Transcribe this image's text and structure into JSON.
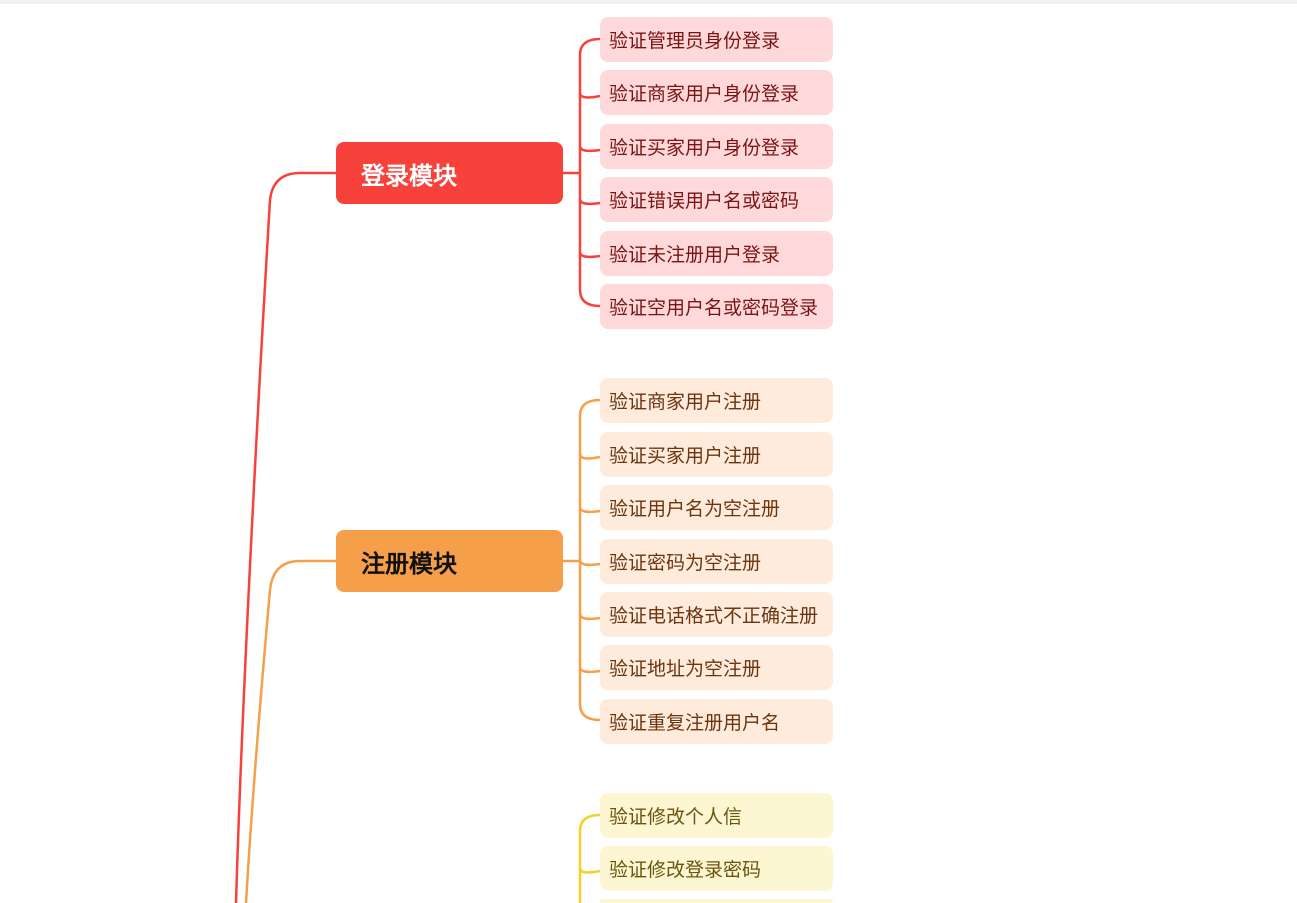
{
  "colors": {
    "login": "#f7413b",
    "register": "#f59f4a",
    "profile": "#f5cf2a"
  },
  "branches": {
    "login": {
      "label": "登录模块",
      "items": [
        "验证管理员身份登录",
        "验证商家用户身份登录",
        "验证买家用户身份登录",
        "验证错误用户名或密码",
        "验证未注册用户登录",
        "验证空用户名或密码登录"
      ]
    },
    "register": {
      "label": "注册模块",
      "items": [
        "验证商家用户注册",
        "验证买家用户注册",
        "验证用户名为空注册",
        "验证密码为空注册",
        "验证电话格式不正确注册",
        "验证地址为空注册",
        "验证重复注册用户名"
      ]
    },
    "profile": {
      "items": [
        "验证修改个人信",
        "验证修改登录密码"
      ]
    }
  }
}
